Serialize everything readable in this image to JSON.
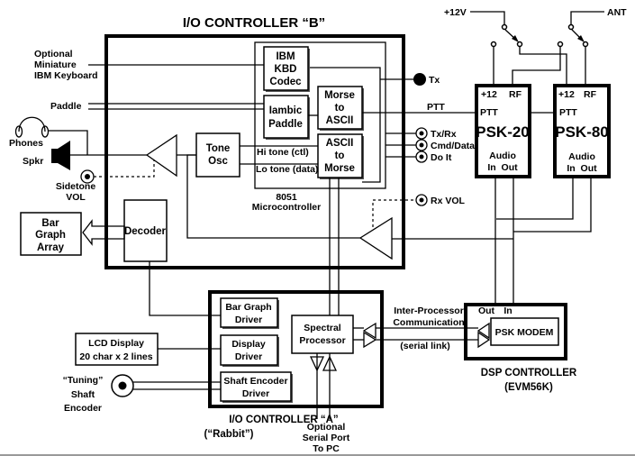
{
  "controller_b": {
    "title": "I/O CONTROLLER “B”",
    "micro_label": [
      "8051",
      "Microcontroller"
    ]
  },
  "controller_a": {
    "title": "I/O CONTROLLER “A”",
    "subtitle": "(“Rabbit”)"
  },
  "dsp": {
    "title": "DSP CONTROLLER",
    "subtitle": "(EVM56K)",
    "modem": "PSK MODEM",
    "out": "Out",
    "in": "In"
  },
  "blocks": {
    "kbd_codec": [
      "IBM",
      "KBD",
      "Codec"
    ],
    "iambic": [
      "Iambic",
      "Paddle"
    ],
    "morse_to_ascii": [
      "Morse",
      "to",
      "ASCII"
    ],
    "ascii_to_morse": [
      "ASCII",
      "to",
      "Morse"
    ],
    "tone_osc": [
      "Tone",
      "Osc"
    ],
    "decoder": "Decoder",
    "bar_graph_array": [
      "Bar",
      "Graph",
      "Array"
    ],
    "bar_graph_driver": [
      "Bar Graph",
      "Driver"
    ],
    "display_driver": [
      "Display",
      "Driver"
    ],
    "shaft_encoder_driver": [
      "Shaft Encoder",
      "Driver"
    ],
    "spectral": [
      "Spectral",
      "Processor"
    ],
    "lcd": [
      "LCD Display",
      "20 char x 2 lines"
    ]
  },
  "labels": {
    "keyboard": [
      "Optional",
      "Miniature",
      "IBM Keyboard"
    ],
    "paddle": "Paddle",
    "phones": "Phones",
    "spkr": "Spkr",
    "sidetone": [
      "Sidetone",
      "VOL"
    ],
    "hi_tone": "Hi tone (ctl)",
    "lo_tone": "Lo tone (data)",
    "tx": "Tx",
    "ptt": "PTT",
    "txrx": "Tx/Rx",
    "cmd": "Cmd/Data",
    "doit": "Do It",
    "rxvol": "Rx VOL",
    "v12": "+12V",
    "ant": "ANT",
    "ipc": [
      "Inter-Processor",
      "Communication"
    ],
    "serial_link": "(serial link)",
    "serial_port": [
      "Optional",
      "Serial Port",
      "To PC"
    ],
    "shaft": [
      "“Tuning”",
      "Shaft",
      "Encoder"
    ]
  },
  "radios": [
    {
      "name": "PSK-20",
      "p12": "+12",
      "rf": "RF",
      "ptt": "PTT",
      "audio": "Audio",
      "inout": "In  Out"
    },
    {
      "name": "PSK-80",
      "p12": "+12",
      "rf": "RF",
      "ptt": "PTT",
      "audio": "Audio",
      "inout": "In  Out"
    }
  ]
}
